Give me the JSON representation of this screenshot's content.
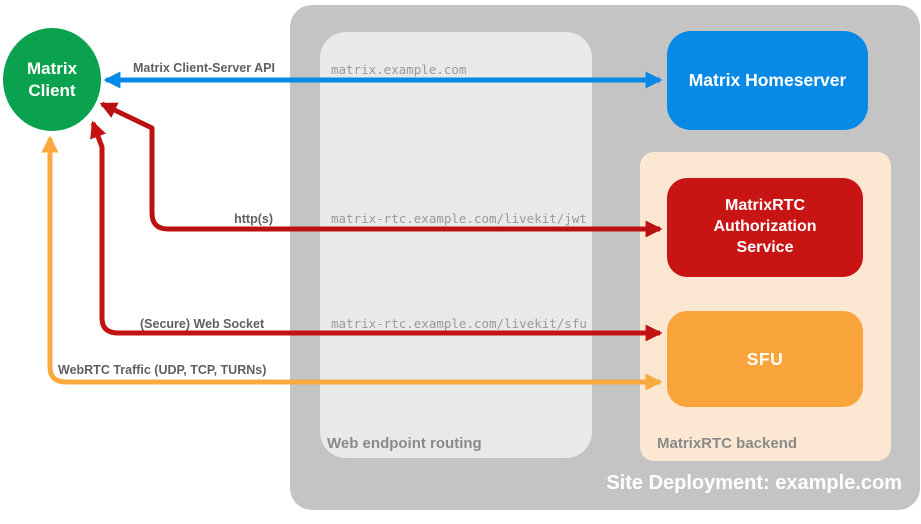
{
  "diagram": {
    "client_label": "Matrix\nClient",
    "homeserver_label": "Matrix Homeserver",
    "auth_service_label": "MatrixRTC Authorization Service",
    "sfu_label": "SFU",
    "captions": {
      "routing": "Web endpoint routing",
      "backend": "MatrixRTC backend",
      "site": "Site Deployment: example.com"
    },
    "arrows": {
      "client_server_api": {
        "label": "Matrix Client-Server API",
        "endpoint": "matrix.example.com",
        "from": "Matrix Client",
        "to": "Matrix Homeserver",
        "bidirectional": true
      },
      "https": {
        "label": "http(s)",
        "endpoint": "matrix-rtc.example.com/livekit/jwt",
        "from": "Matrix Client",
        "to": "MatrixRTC Authorization Service",
        "bidirectional": true
      },
      "websocket": {
        "label": "(Secure) Web Socket",
        "endpoint": "matrix-rtc.example.com/livekit/sfu",
        "from": "Matrix Client",
        "to": "SFU",
        "bidirectional": true
      },
      "webrtc": {
        "label": "WebRTC Traffic (UDP, TCP, TURNs)",
        "endpoint": "",
        "from": "Matrix Client",
        "to": "SFU",
        "bidirectional": true
      }
    },
    "colors": {
      "blue": "#0789e6",
      "green": "#0aa24f",
      "red_box": "#c91414",
      "red_arrow": "#bb1011",
      "red_arrow2": "#c41112",
      "orange_box": "#f9a53b",
      "orange_arrow": "#f9a93e",
      "backend_panel": "#fce8d2",
      "outer_panel": "#c4c4c4",
      "inner_panel": "#e9e9e9",
      "caption_gray": "#8a8a8a",
      "label_gray": "#606060"
    }
  }
}
